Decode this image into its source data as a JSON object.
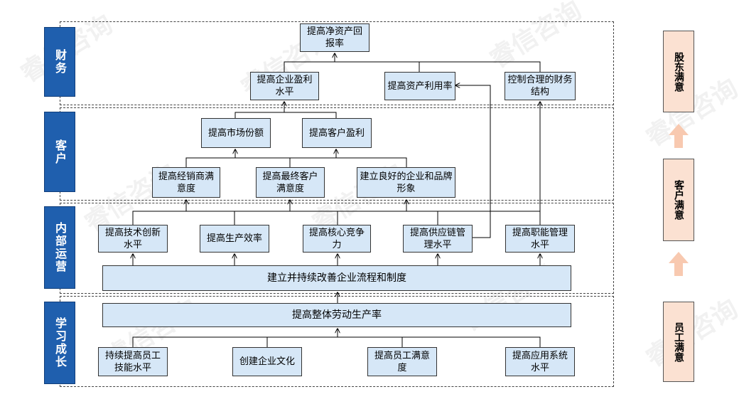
{
  "sections": {
    "finance": "财务",
    "customer": "客户",
    "internal": "内部运营",
    "learning": "学习成长"
  },
  "finance": {
    "roe": "提高净资产回报率",
    "profit": "提高企业盈利水平",
    "asset_util": "提高资产利用率",
    "fin_structure": "控制合理的财务结构"
  },
  "customer": {
    "market_share": "提高市场份额",
    "cust_profit": "提高客户盈利",
    "dealer_sat": "提高经销商满意度",
    "end_sat": "提高最终客户满意度",
    "brand": "建立良好的企业和品牌形象"
  },
  "internal": {
    "tech": "提高技术创新水平",
    "efficiency": "提高生产效率",
    "core": "提高核心竞争力",
    "supply": "提高供应链管理水平",
    "function": "提高职能管理水平",
    "process": "建立并持续改善企业流程和制度"
  },
  "learning": {
    "productivity": "提高整体劳动生产率",
    "skills": "持续提高员工技能水平",
    "culture": "创建企业文化",
    "emp_sat": "提高员工满意度",
    "systems": "提高应用系统水平"
  },
  "side": {
    "shareholder": "股东满意",
    "customer": "客户满意",
    "employee": "员工满意"
  },
  "watermark": "睿信咨询",
  "colors": {
    "section_blue": "#1f5fae",
    "node_fill": "#d6e7f7",
    "side_fill": "#fbe1d2",
    "side_arrow": "#f8c9b0"
  }
}
